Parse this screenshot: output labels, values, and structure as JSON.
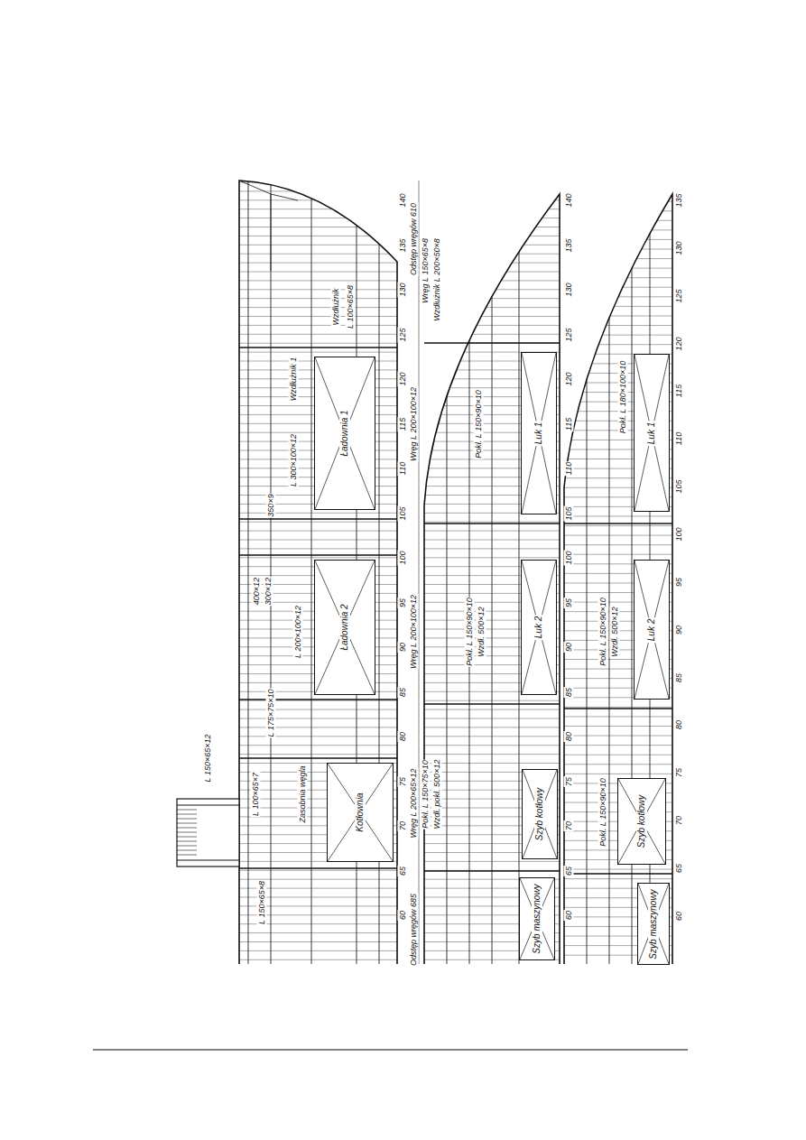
{
  "diagram": {
    "nodes": [
      {
        "text": [
          "Ładownia 1"
        ]
      },
      {
        "text": [
          "Ładownia 2"
        ]
      },
      {
        "text": [
          "Kotłownia"
        ]
      },
      {
        "text": [
          "Luk 1"
        ]
      },
      {
        "text": [
          "Luk 2"
        ]
      },
      {
        "text": [
          "Szyb kotłowy"
        ]
      },
      {
        "text": [
          "Luk 1"
        ]
      },
      {
        "text": [
          "Luk 2"
        ]
      },
      {
        "text": [
          "Szyb kotłowy"
        ]
      },
      {
        "text": [
          "Szyb maszynowy"
        ]
      },
      {
        "text": [
          "Szyb maszynowy"
        ]
      }
    ],
    "labels": [
      "140",
      "135",
      "130",
      "125",
      "120",
      "115",
      "110",
      "105",
      "100",
      "95",
      "90",
      "85",
      "80",
      "75",
      "70",
      "65",
      "60",
      "140",
      "135",
      "130",
      "125",
      "120",
      "115",
      "110",
      "105",
      "100",
      "95",
      "90",
      "85",
      "80",
      "75",
      "70",
      "65",
      "60",
      "135",
      "130",
      "125",
      "120",
      "115",
      "110",
      "105",
      "100",
      "95",
      "90",
      "85",
      "80",
      "75",
      "70",
      "65",
      "60",
      "Odstęp wręgów 610",
      "Wręg L 150×65×8",
      "Wzdłużnik L 200×50×8",
      "Wręg L 200×100×12",
      "Wręg L 200×100×12",
      "Wręg L 200×65×12",
      "Odstęp wręgów 685",
      "Pokł. L 150×75×10",
      "Wzdł. pokł. 500×12",
      "Wzdłużnik 1",
      "L 300×100×12",
      "L 200×100×12",
      "Wzdłużnik",
      "L 100×65×8",
      "350×9",
      "400×12",
      "300×12",
      "L 175×75×10",
      "Zasobnia węgla",
      "L 100×65×7",
      "L 150×65×12",
      "L 150×65×8",
      "Pokł. L 150×90×10",
      "Pokł. L 150×90×10",
      "Wzdł. 500×12",
      "Pokł. L 180×100×10",
      "Pokł. L 150×90×10",
      "Wzdł. 500×12",
      "Pokł. L 150×90×10"
    ]
  }
}
